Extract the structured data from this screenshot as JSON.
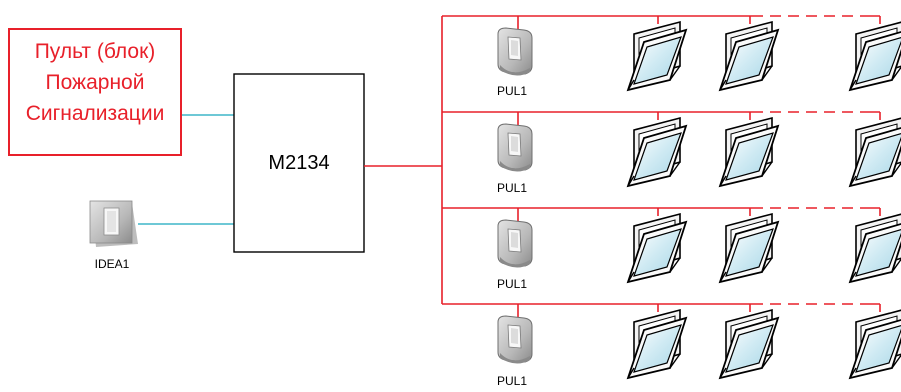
{
  "alarm_panel": {
    "lines": [
      "Пульт (блок)",
      "Пожарной",
      "Сигнализации"
    ]
  },
  "controller": {
    "label": "M2134"
  },
  "wall_switch": {
    "label": "IDEA1",
    "icon": "wall-switch-icon"
  },
  "branches": [
    {
      "switch_label": "PUL1"
    },
    {
      "switch_label": "PUL1"
    },
    {
      "switch_label": "PUL1"
    },
    {
      "switch_label": "PUL1"
    }
  ],
  "colors": {
    "wire_red": "#e8202a",
    "wire_cyan": "#3fb6c9",
    "outline": "#000000"
  }
}
